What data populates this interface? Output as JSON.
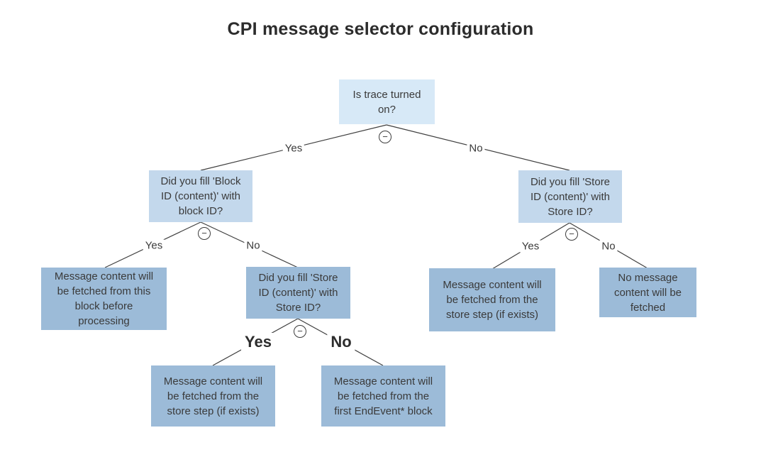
{
  "title": "CPI message selector configuration",
  "colors": {
    "root_node": "#d7e9f7",
    "question_node": "#c3d8ec",
    "answer_node": "#9cbbd8",
    "line": "#3f3f3f",
    "text": "#3a3a3a"
  },
  "icons": {
    "collapse_glyph": "−"
  },
  "nodes": {
    "root": "Is trace turned\non?",
    "block_question": "Did you fill 'Block\nID (content)' with\nblock ID?",
    "store_question_right": "Did you fill 'Store\nID (content)' with\nStore ID?",
    "store_question_mid": "Did you fill 'Store\nID (content)' with\nStore ID?",
    "answer_block_yes": "Message content will\nbe fetched from this\nblock before\nprocessing",
    "answer_mid_yes": "Message content will\nbe fetched from the\nstore step (if exists)",
    "answer_mid_no": "Message content will\nbe fetched from the\nfirst EndEvent* block",
    "answer_right_yes": "Message content will\nbe fetched from the\nstore step (if exists)",
    "answer_right_no": "No message\ncontent will be\nfetched"
  },
  "edges": {
    "root_yes": "Yes",
    "root_no": "No",
    "block_yes": "Yes",
    "block_no": "No",
    "store_right_yes": "Yes",
    "store_right_no": "No",
    "store_mid_yes": "Yes",
    "store_mid_no": "No"
  }
}
